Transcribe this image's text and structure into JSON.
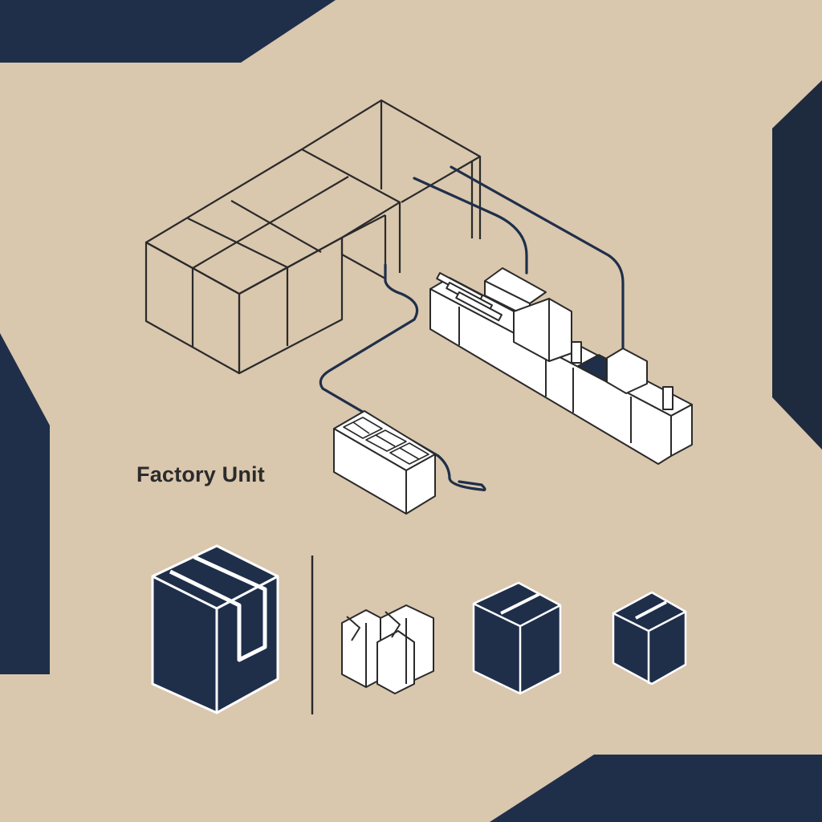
{
  "colors": {
    "background": "#d9c7ae",
    "navy": "#1f2f4a",
    "line": "#2a2a2a",
    "white": "#ffffff"
  },
  "diagram": {
    "factory_label": "Factory Unit"
  },
  "icons": [
    "factory-building-outline",
    "cable-line",
    "packaging-machine",
    "tray-unit",
    "large-box-icon",
    "open-boxes-icon",
    "sealed-box-icon",
    "small-box-icon"
  ]
}
